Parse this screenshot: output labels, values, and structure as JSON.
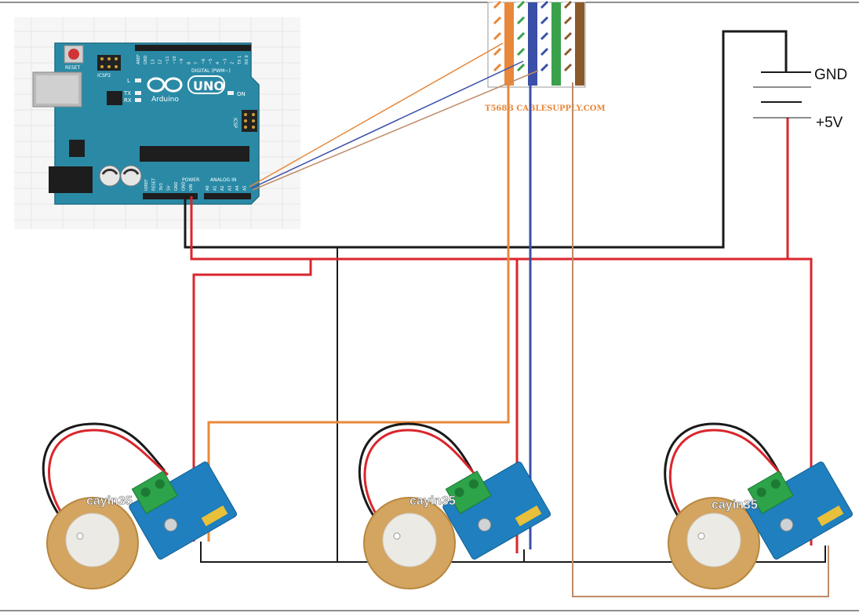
{
  "arduino": {
    "logo_text": "Arduino",
    "model": "UNO",
    "reset_label": "RESET",
    "icsp_label": "ICSP",
    "icsp2_label": "ICSP2",
    "digital_label": "DIGITAL (PWM~)",
    "power_label": "POWER",
    "analog_label": "ANALOG IN",
    "on_label": "ON",
    "l_label": "L",
    "tx_label": "TX",
    "rx_label": "RX",
    "digital_pins": [
      "AREF",
      "GND",
      "13",
      "12",
      "~11",
      "~10",
      "~9",
      "8",
      "7",
      "~6",
      "~5",
      "4",
      "~3",
      "2",
      "TX 1",
      "RX 0"
    ],
    "power_pins": [
      "IOREF",
      "RESET",
      "3V3",
      "5V",
      "GND",
      "GND",
      "VIN"
    ],
    "analog_pins": [
      "A0",
      "A1",
      "A2",
      "A3",
      "A4",
      "A5"
    ]
  },
  "connector": {
    "caption": "T568B CABLESUPPLY.COM"
  },
  "battery": {
    "gnd_label": "GND",
    "vcc_label": "+5V"
  },
  "sensors": [
    {
      "watermark": "cayin35"
    },
    {
      "watermark": "cayin35"
    },
    {
      "watermark": "cayin35"
    }
  ],
  "colors": {
    "red": "#d9262c",
    "black": "#1a1a1a",
    "orange": "#e8883a",
    "blue": "#3a4fa8",
    "brown": "#c08a67",
    "green": "#3aa14a",
    "board": "#2a8aa6"
  }
}
